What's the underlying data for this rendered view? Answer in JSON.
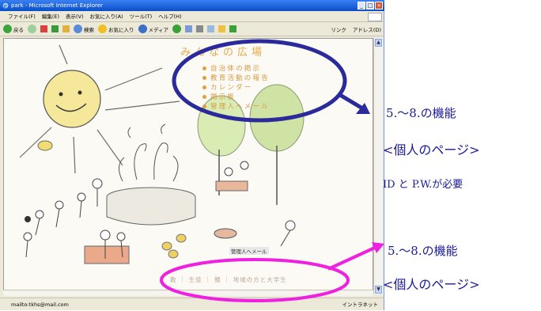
{
  "window": {
    "title": "park - Microsoft Internet Explorer",
    "buttons": {
      "minimize": "_",
      "maximize": "□",
      "close": "×"
    }
  },
  "menubar": [
    "ファイル(F)",
    "編集(E)",
    "表示(V)",
    "お気に入り(A)",
    "ツール(T)",
    "ヘルプ(H)"
  ],
  "toolbar": {
    "back": "戻る",
    "search": "検索",
    "favorites": "お気に入り",
    "media": "メディア",
    "links": "リンク",
    "address": "アドレス(D)"
  },
  "page": {
    "site_title": "みんなの広場",
    "menu_items": [
      "自治体の掲示",
      "教育活動の報告",
      "カレンダー",
      "掲示板",
      "管理人へメール"
    ],
    "mail_link": "管理人へメール",
    "footer": "教 ｜ 生徒 ｜ 親 ｜ 地域の方と大学生"
  },
  "statusbar": {
    "text": "mailto:tkhs@mail.com",
    "zone": "イントラネット"
  },
  "annotations": {
    "top": {
      "line1": "5.～8.の機能",
      "line2": "<個人のページ>",
      "line3": "ID と P.W.が必要"
    },
    "bottom": {
      "line1": "5.～8.の機能",
      "line2": "<個人のページ>"
    }
  },
  "colors": {
    "blue_annotation": "#2a2a9c",
    "magenta_annotation": "#f020e0",
    "menu_orange": "#e0a040"
  }
}
